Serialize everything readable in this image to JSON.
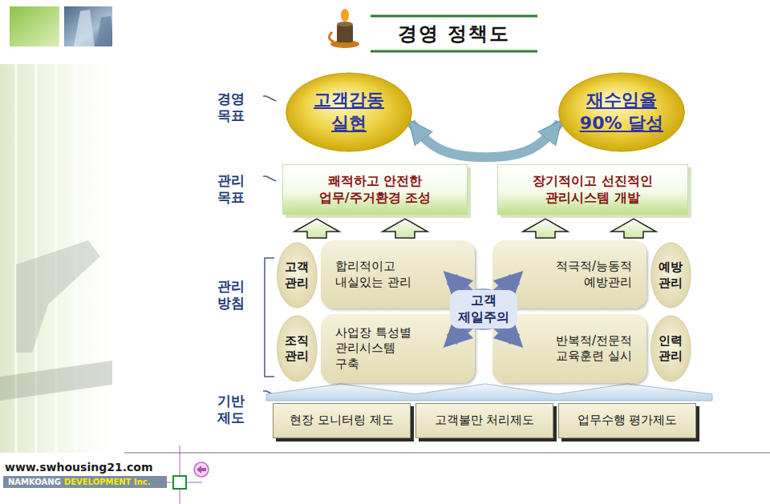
{
  "diagram": {
    "title": "경영 정책도",
    "nodes": [
      {
        "text": [
          "고객감동 실현"
        ]
      },
      {
        "text": [
          "재수임율 90% 달성"
        ]
      },
      {
        "text": [
          "쾌적하고 안전한 업무/주거환경 조성"
        ]
      },
      {
        "text": [
          "장기적이고 선진적인 관리시스템 개발"
        ]
      },
      {
        "text": [
          "고객 관리"
        ]
      },
      {
        "text": [
          "합리적이고 내실있는 관리"
        ]
      },
      {
        "text": [
          "적극적/능동적 예방관리"
        ]
      },
      {
        "text": [
          "예방 관리"
        ]
      },
      {
        "text": [
          "조직 관리"
        ]
      },
      {
        "text": [
          "사업장 특성별 관리시스템 구축"
        ]
      },
      {
        "text": [
          "반복적/전문적 교육훈련 실시"
        ]
      },
      {
        "text": [
          "인력 관리"
        ]
      },
      {
        "text": [
          "고객 제일주의"
        ]
      },
      {
        "text": [
          "현장 모니터링 제도"
        ]
      },
      {
        "text": [
          "고객불만 처리제도"
        ]
      },
      {
        "text": [
          "업무수행 평가제도"
        ]
      }
    ],
    "edges": [
      {
        "from": 0,
        "to": 1,
        "arrow": "both"
      }
    ],
    "labels": [
      "경영 목표",
      "관리 목표",
      "관리 방침",
      "기반 제도",
      "www.swhousing21.com",
      "NAMKOANG",
      "DEVELOPMENT Inc."
    ]
  }
}
